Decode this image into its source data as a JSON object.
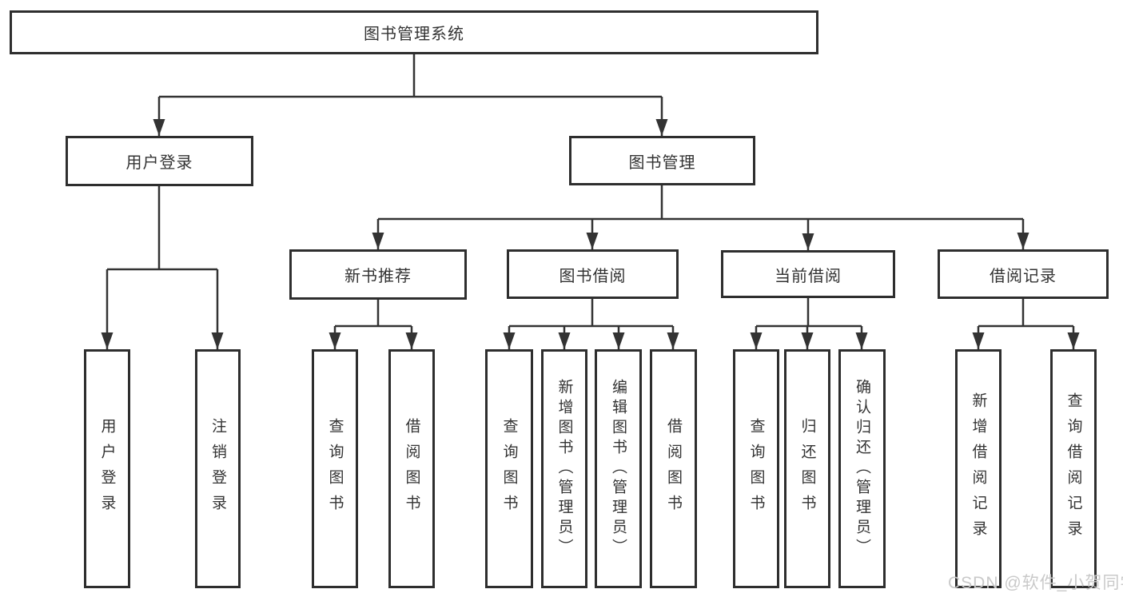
{
  "diagram": {
    "root": {
      "label": "图书管理系统"
    },
    "level2": [
      {
        "label": "用户登录"
      },
      {
        "label": "图书管理"
      }
    ],
    "level3": [
      {
        "label": "新书推荐"
      },
      {
        "label": "图书借阅"
      },
      {
        "label": "当前借阅"
      },
      {
        "label": "借阅记录"
      }
    ],
    "leaves": {
      "user_login": [
        {
          "label": "用户登录"
        },
        {
          "label": "注销登录"
        }
      ],
      "new_books": [
        {
          "label": "查询图书"
        },
        {
          "label": "借阅图书"
        }
      ],
      "book_borrow": [
        {
          "label": "查询图书"
        },
        {
          "label": "新增图书（管理员）"
        },
        {
          "label": "编辑图书（管理员）"
        },
        {
          "label": "借阅图书"
        }
      ],
      "current_borrow": [
        {
          "label": "查询图书"
        },
        {
          "label": "归还图书"
        },
        {
          "label": "确认归还（管理员）"
        }
      ],
      "borrow_records": [
        {
          "label": "新增借阅记录"
        },
        {
          "label": "查询借阅记录"
        }
      ]
    },
    "watermark": "CSDN @软件_小贺同学",
    "colors": {
      "line": "#333333",
      "box_border": "#2e2e2e",
      "text": "#333333",
      "watermark": "#c9c9c9",
      "background": "#ffffff"
    }
  }
}
